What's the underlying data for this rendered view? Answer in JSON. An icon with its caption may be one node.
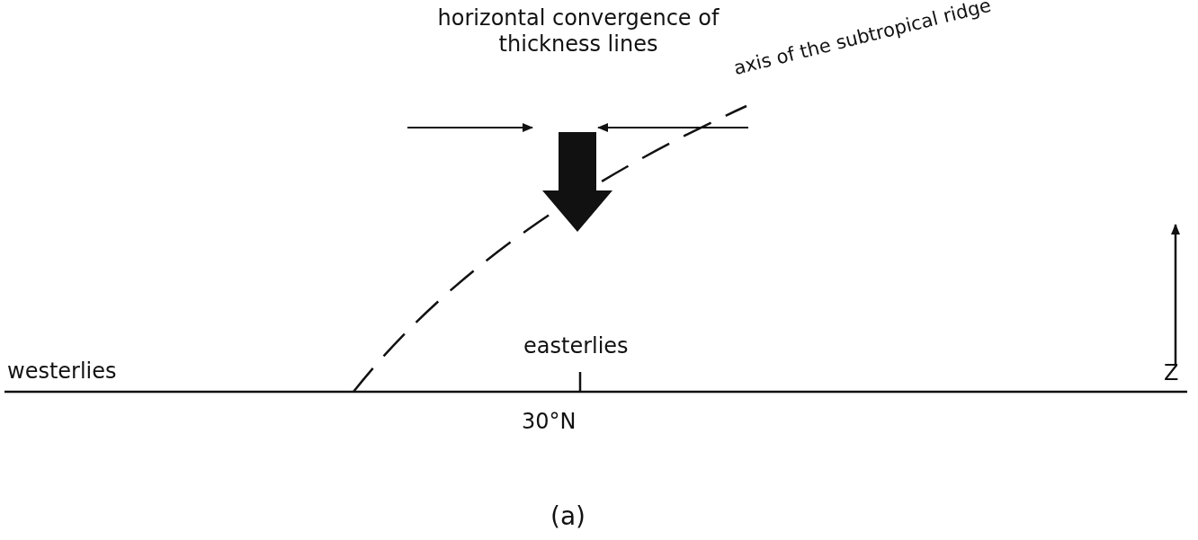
{
  "diagram": {
    "caption": "(a)",
    "labels": [
      "horizontal convergence of thickness lines",
      "axis of the subtropical ridge",
      "easterlies",
      "westerlies",
      "Z",
      "30°N"
    ]
  }
}
